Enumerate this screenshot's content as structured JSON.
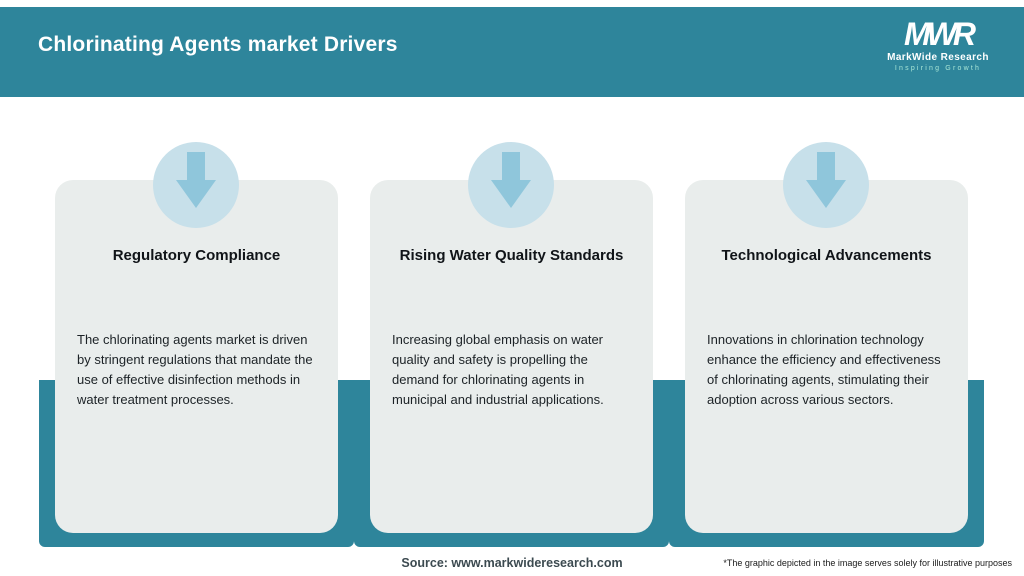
{
  "header": {
    "title": "Chlorinating Agents market Drivers",
    "logo": {
      "monogram": "MWR",
      "name": "MarkWide Research",
      "tagline": "Inspiring Growth"
    }
  },
  "cards": [
    {
      "icon": "down-arrow-icon",
      "title": "Regulatory Compliance",
      "body": "The chlorinating agents market is driven by stringent regulations that mandate the use of effective disinfection methods in water treatment processes."
    },
    {
      "icon": "down-arrow-icon",
      "title": "Rising Water Quality Standards",
      "body": "Increasing global emphasis on water quality and safety is propelling the demand for chlorinating agents in municipal and industrial applications."
    },
    {
      "icon": "down-arrow-icon",
      "title": "Technological Advancements",
      "body": "Innovations in chlorination technology enhance the efficiency and effectiveness of chlorinating agents, stimulating their adoption across various sectors."
    }
  ],
  "footer": {
    "source": "Source: www.markwideresearch.com",
    "disclaimer": "*The graphic depicted in the image serves solely for illustrative purposes"
  },
  "colors": {
    "header_teal": "#2e859b",
    "card_background": "#e9edec",
    "circle_blue": "#c7e0ea",
    "arrow_blue": "#8fc6db",
    "tagline_green": "#a8e6d6"
  }
}
